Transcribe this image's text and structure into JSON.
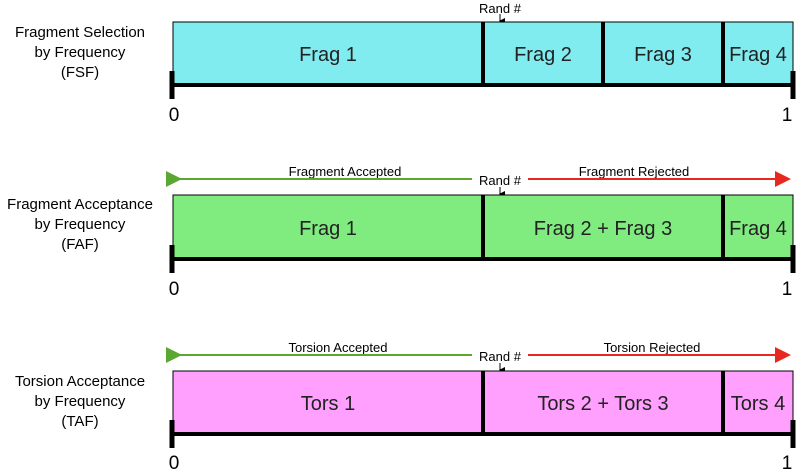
{
  "diagram": {
    "rand_label": "Rand #",
    "scale_start": "0",
    "scale_end": "1",
    "panels": [
      {
        "title_lines": [
          "Fragment Selection",
          "by Frequency",
          "(FSF)"
        ],
        "color": "#80ecf0",
        "segments": [
          "Frag 1",
          "Frag 2",
          "Frag 3",
          "Frag 4"
        ],
        "accepted_label": "",
        "rejected_label": ""
      },
      {
        "title_lines": [
          "Fragment Acceptance",
          "by Frequency",
          "(FAF)"
        ],
        "color": "#80ec80",
        "segments": [
          "Frag 1",
          "Frag 2 + Frag 3",
          "Frag 4"
        ],
        "accepted_label": "Fragment Accepted",
        "rejected_label": "Fragment Rejected"
      },
      {
        "title_lines": [
          "Torsion Acceptance",
          "by Frequency",
          "(TAF)"
        ],
        "color": "#ffa0ff",
        "segments": [
          "Tors 1",
          "Tors 2 + Tors 3",
          "Tors 4"
        ],
        "accepted_label": "Torsion Accepted",
        "rejected_label": "Torsion Rejected"
      }
    ],
    "accepted_color": "#5aa832",
    "rejected_color": "#e8281e"
  }
}
